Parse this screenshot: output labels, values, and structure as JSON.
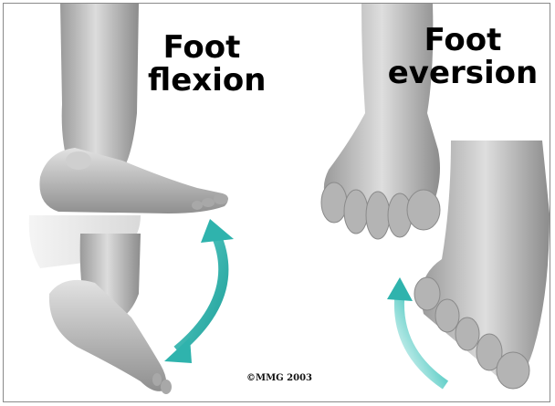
{
  "panels": [
    {
      "title_line1": "Foot",
      "title_line2": "flexion"
    },
    {
      "title_line1": "Foot",
      "title_line2": "eversion"
    }
  ],
  "copyright": "©MMG 2003",
  "colors": {
    "arrow_teal": "#2fb3ad",
    "skin_gray": "#b9b9b9",
    "border": "#8a8a8a"
  }
}
